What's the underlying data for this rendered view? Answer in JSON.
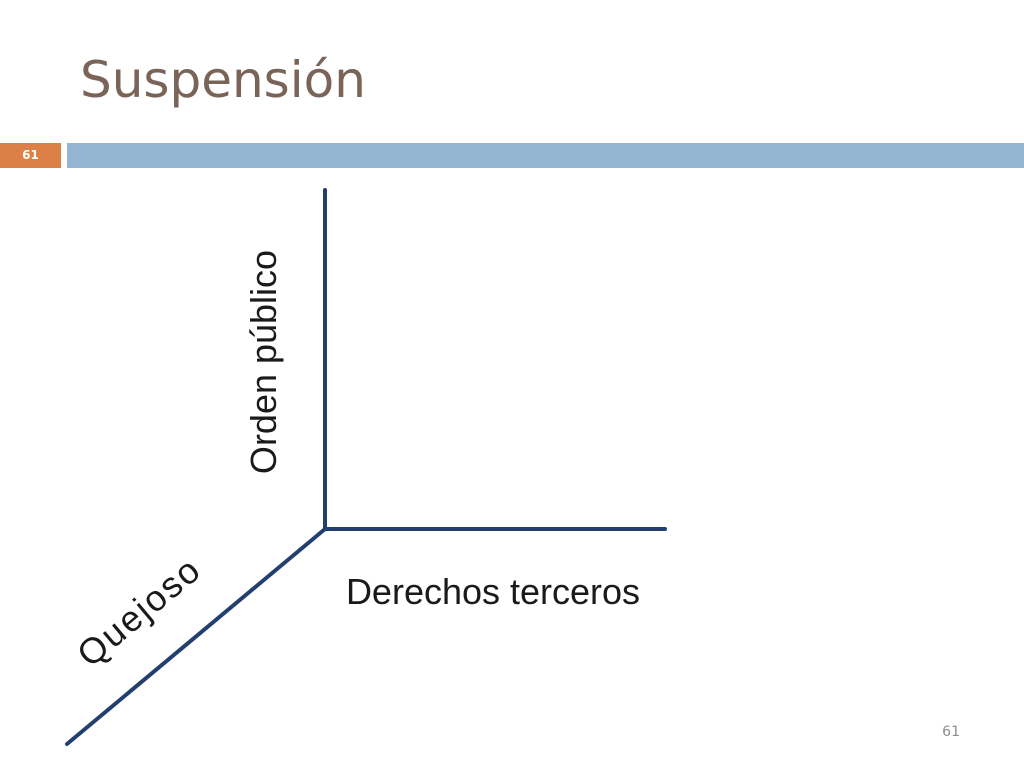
{
  "slide": {
    "title": "Suspensión",
    "section_number": "61",
    "page_number": "61",
    "colors": {
      "title": "#7a6458",
      "badge": "#dd8047",
      "rule": "#94b6d2",
      "axis": "#233f6e",
      "text": "#1a1a1a"
    }
  },
  "diagram": {
    "axes": [
      {
        "id": "vertical",
        "label": "Orden público"
      },
      {
        "id": "horizontal",
        "label": "Derechos terceros"
      },
      {
        "id": "diagonal",
        "label": "Quejoso"
      }
    ]
  }
}
